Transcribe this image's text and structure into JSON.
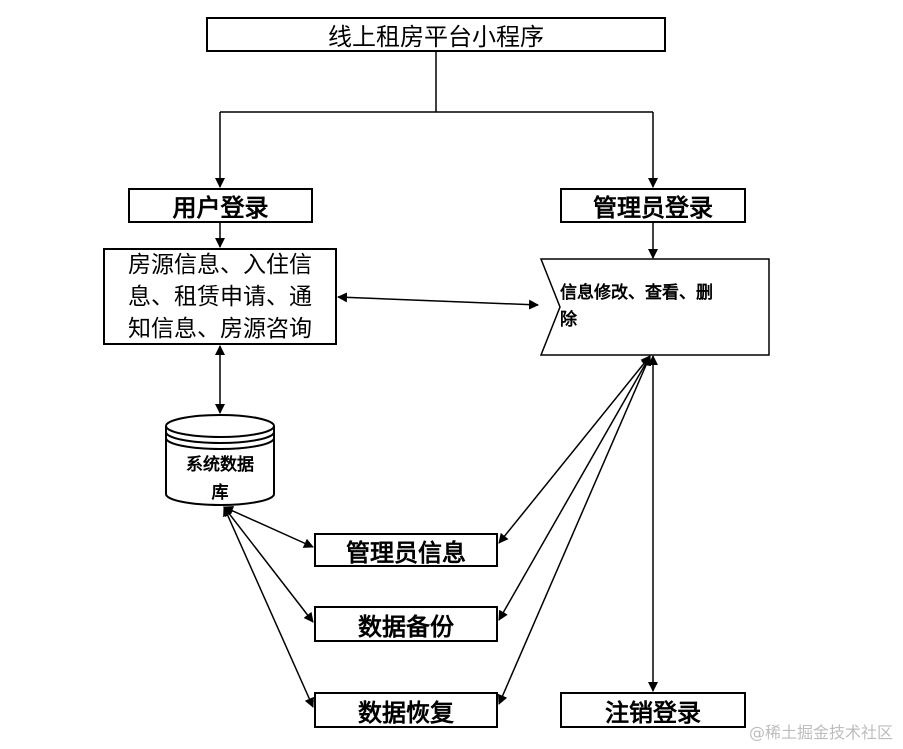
{
  "title": "线上租房平台小程序",
  "user_login": "用户登录",
  "admin_login": "管理员登录",
  "user_info_lines": [
    "房源信息、入住信",
    "息、租赁申请、通",
    "知信息、房源咨询"
  ],
  "admin_edit_lines": [
    "信息修改、查看、删",
    "除"
  ],
  "database_lines": [
    "系统数据",
    "库"
  ],
  "admin_info": "管理员信息",
  "data_backup": "数据备份",
  "data_restore": "数据恢复",
  "logout": "注销登录",
  "watermark": "@稀土掘金技术社区"
}
